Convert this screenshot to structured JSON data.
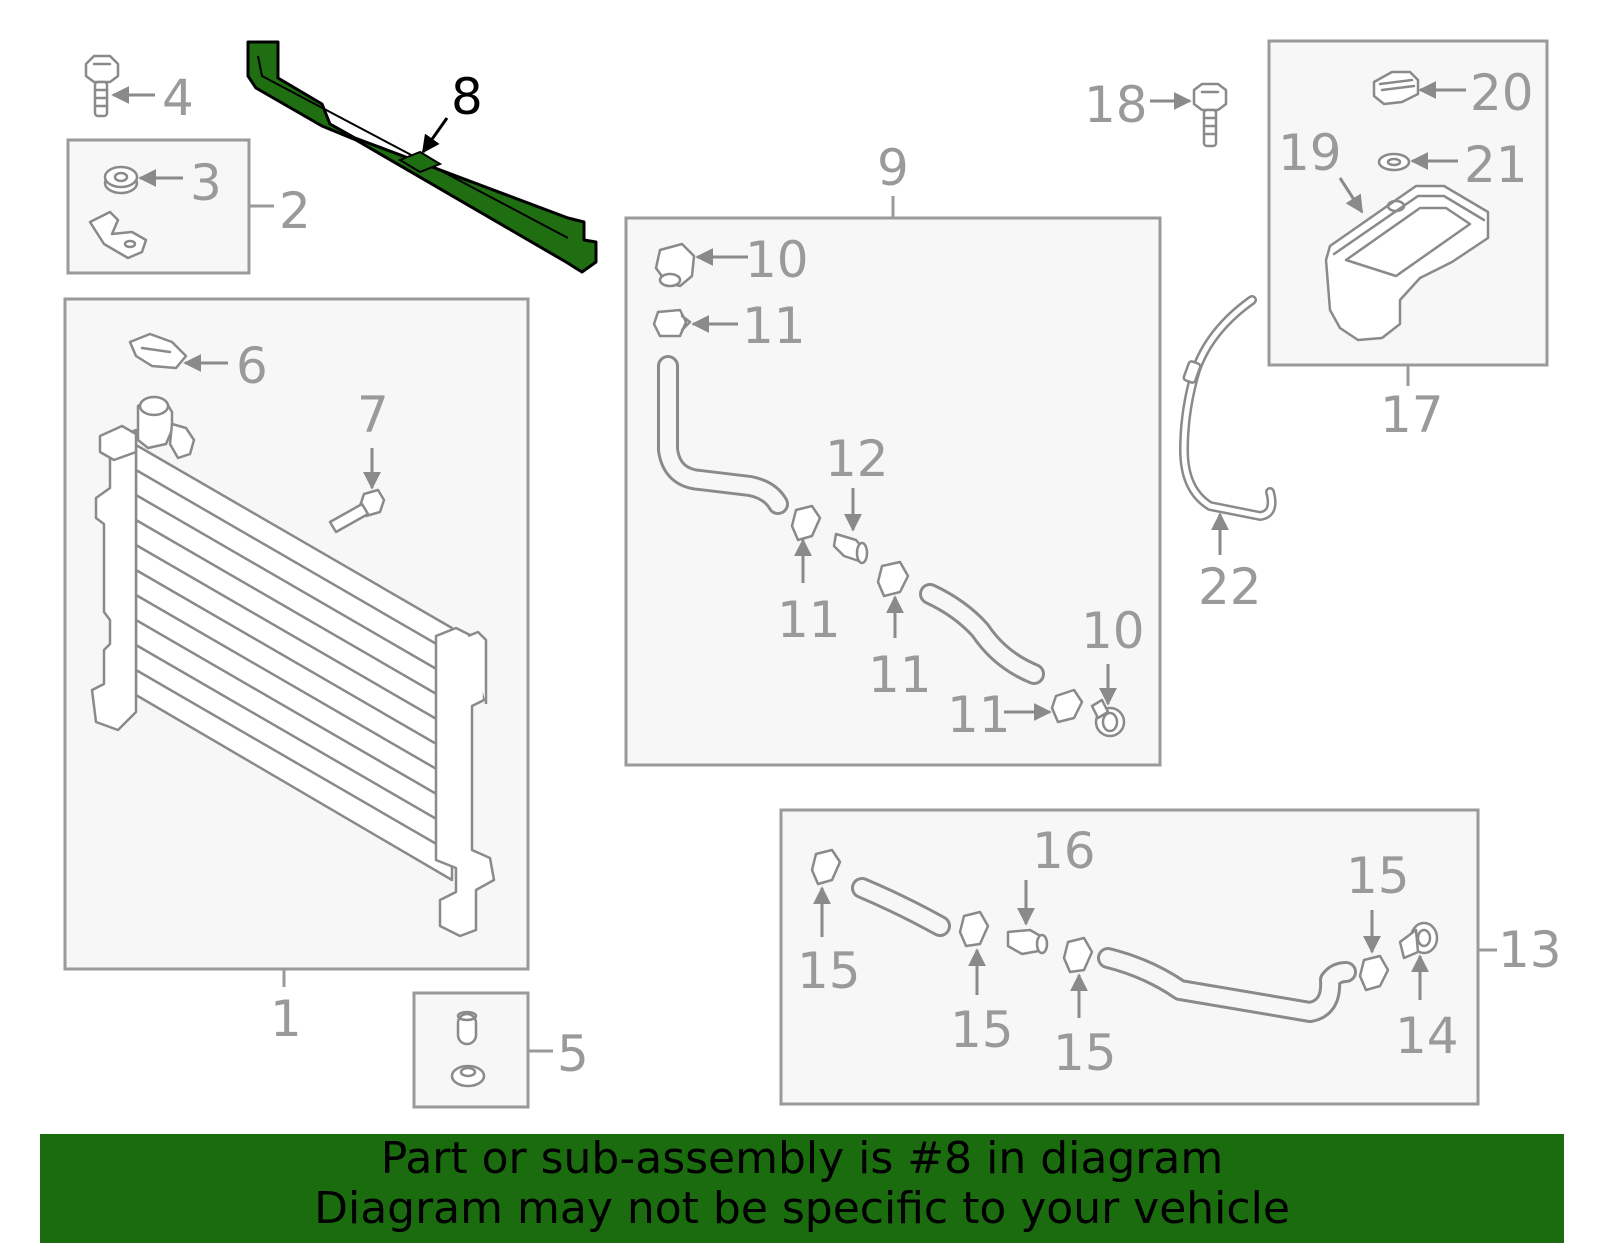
{
  "labels": {
    "n1": "1",
    "n2": "2",
    "n3": "3",
    "n4": "4",
    "n5": "5",
    "n6": "6",
    "n7": "7",
    "n8": "8",
    "n9": "9",
    "n10a": "10",
    "n10b": "10",
    "n11a": "11",
    "n11b": "11",
    "n11c": "11",
    "n11d": "11",
    "n12": "12",
    "n13": "13",
    "n14": "14",
    "n15a": "15",
    "n15b": "15",
    "n15c": "15",
    "n15d": "15",
    "n16": "16",
    "n17": "17",
    "n18": "18",
    "n19": "19",
    "n20": "20",
    "n21": "21",
    "n22": "22"
  },
  "highlight": {
    "part_number": "8",
    "color": "#1b6b0f"
  },
  "banner": {
    "line1": "Part or sub-assembly is #8 in diagram",
    "line2": "Diagram may not be specific to your vehicle",
    "background": "#1b6b0f"
  }
}
